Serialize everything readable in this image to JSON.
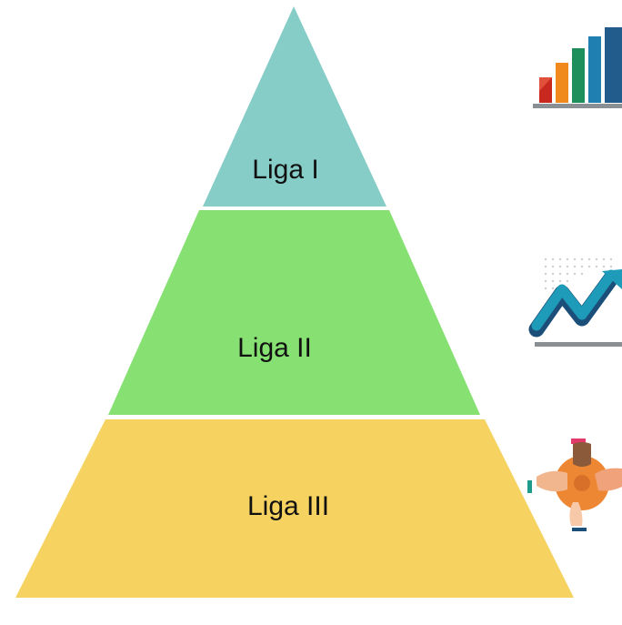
{
  "pyramid": {
    "tiers": [
      {
        "label": "Liga I",
        "color": "#86CCC7",
        "icon": "bar-chart-icon"
      },
      {
        "label": "Liga II",
        "color": "#86E172",
        "icon": "growth-arrow-icon"
      },
      {
        "label": "Liga III",
        "color": "#F6D260",
        "icon": "team-hands-icon"
      }
    ]
  }
}
